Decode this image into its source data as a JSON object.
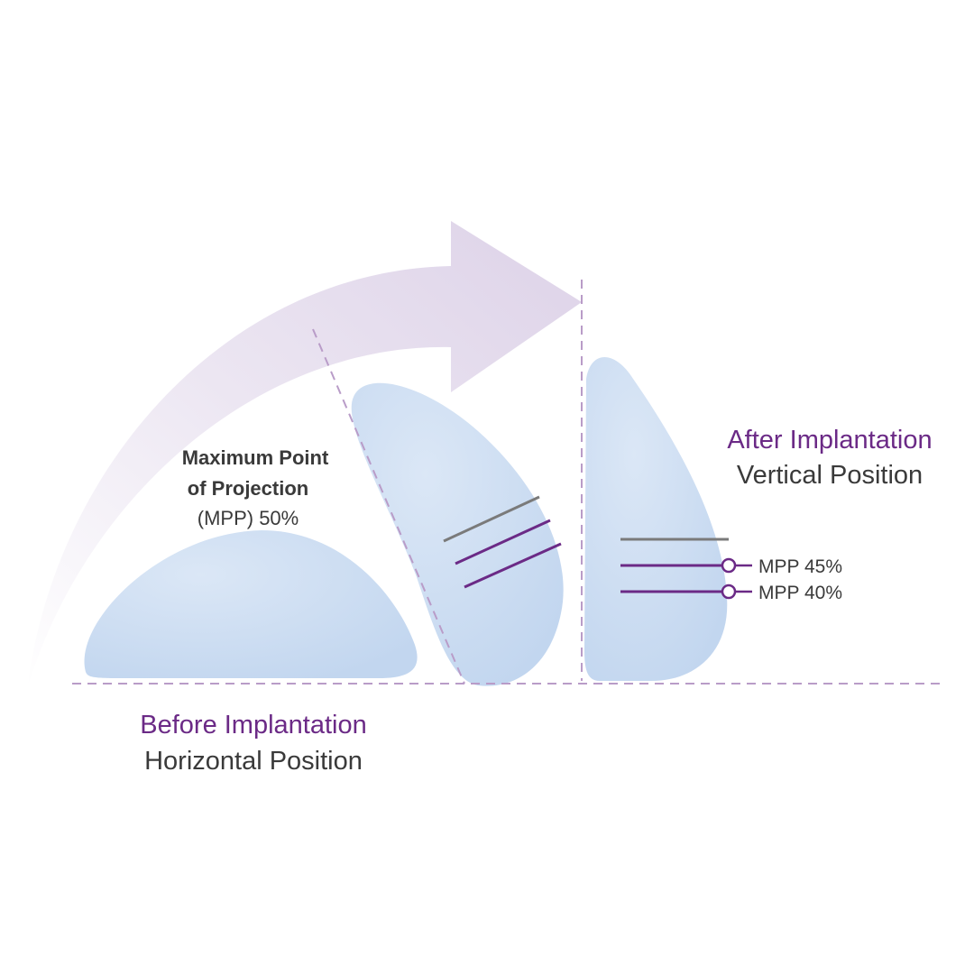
{
  "annotation": {
    "line1": "Maximum Point",
    "line2": "of Projection",
    "line3": "(MPP) 50%"
  },
  "before": {
    "title": "Before Implantation",
    "subtitle": "Horizontal Position"
  },
  "after": {
    "title": "After Implantation",
    "subtitle": "Vertical Position"
  },
  "markers": [
    {
      "label": "MPP 45%"
    },
    {
      "label": "MPP 40%"
    }
  ],
  "colors": {
    "purple": "#6b2a86",
    "implant": "#c6d9f0",
    "dash": "#b99cc8",
    "gray_line": "#7a7a7a",
    "text": "#3a3a3a"
  }
}
